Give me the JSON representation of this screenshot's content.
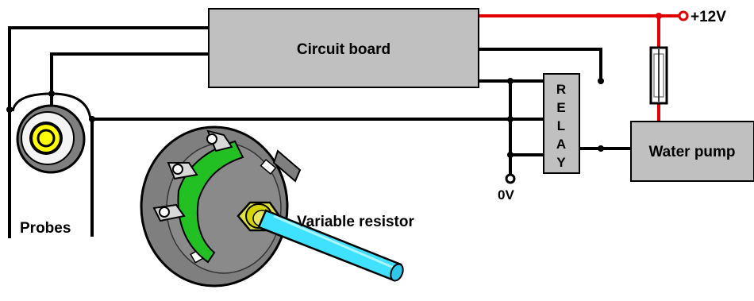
{
  "labels": {
    "circuit_board": "Circuit board",
    "relay_letters": [
      "R",
      "E",
      "L",
      "A",
      "Y"
    ],
    "water_pump": "Water pump",
    "supply_positive": "+12V",
    "supply_ground": "0V",
    "probes": "Probes",
    "variable_resistor": "Variable resistor"
  },
  "colors": {
    "wire": "#000000",
    "supply_wire": "#e00000",
    "box_fill": "#c0c0c0",
    "resistor_body": "#7f7f7f",
    "resistor_insulator": "#22c022",
    "resistor_nut": "#e0e040",
    "resistor_shaft": "#40e0ff",
    "probe_core": "#ffff00"
  }
}
